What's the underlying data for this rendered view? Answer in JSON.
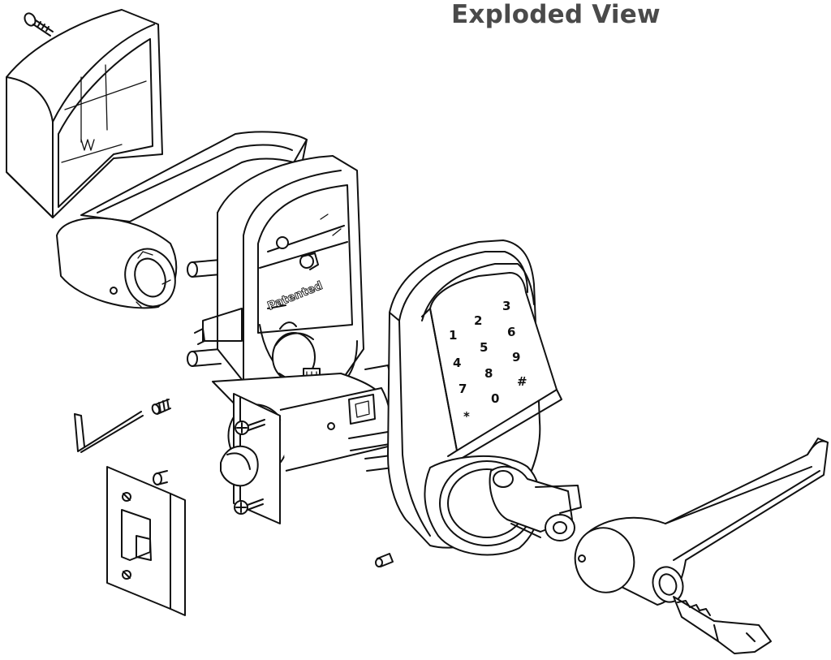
{
  "title": "Exploded View",
  "stamp_text": "Patented",
  "keypad_keys": [
    "3",
    "2",
    "1",
    "6",
    "5",
    "4",
    "9",
    "8",
    "7",
    "#",
    "0",
    "*"
  ]
}
